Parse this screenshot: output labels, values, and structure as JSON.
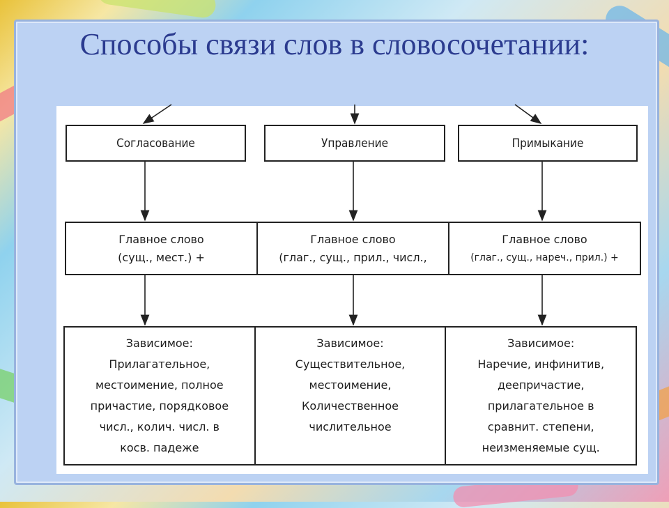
{
  "title": "Способы связи слов в словосочетании:",
  "types": [
    {
      "name": "Согласование",
      "main_lines": [
        "Главное слово",
        "(сущ., мест.) +"
      ],
      "dependent_lines": [
        "Зависимое:",
        "Прилагательное,",
        "местоимение, полное",
        "причастие, порядковое",
        "числ., колич. числ. в",
        "косв. падеже"
      ]
    },
    {
      "name": "Управление",
      "main_lines": [
        "Главное слово",
        "(глаг., сущ., прил., числ.,"
      ],
      "dependent_lines": [
        "Зависимое:",
        "Существительное,",
        "местоимение,",
        "Количественное",
        "числительное"
      ]
    },
    {
      "name": "Примыкание",
      "main_lines": [
        "Главное слово",
        "(глаг., сущ., нареч., прил.) +"
      ],
      "dependent_lines": [
        "Зависимое:",
        "Наречие, инфинитив,",
        "деепричастие,",
        "прилагательное в",
        "сравнит. степени,",
        "неизменяемые сущ."
      ]
    }
  ],
  "colors": {
    "title": "#2b3b8f",
    "frame": "#bcd2f3",
    "lines": "#222222"
  }
}
